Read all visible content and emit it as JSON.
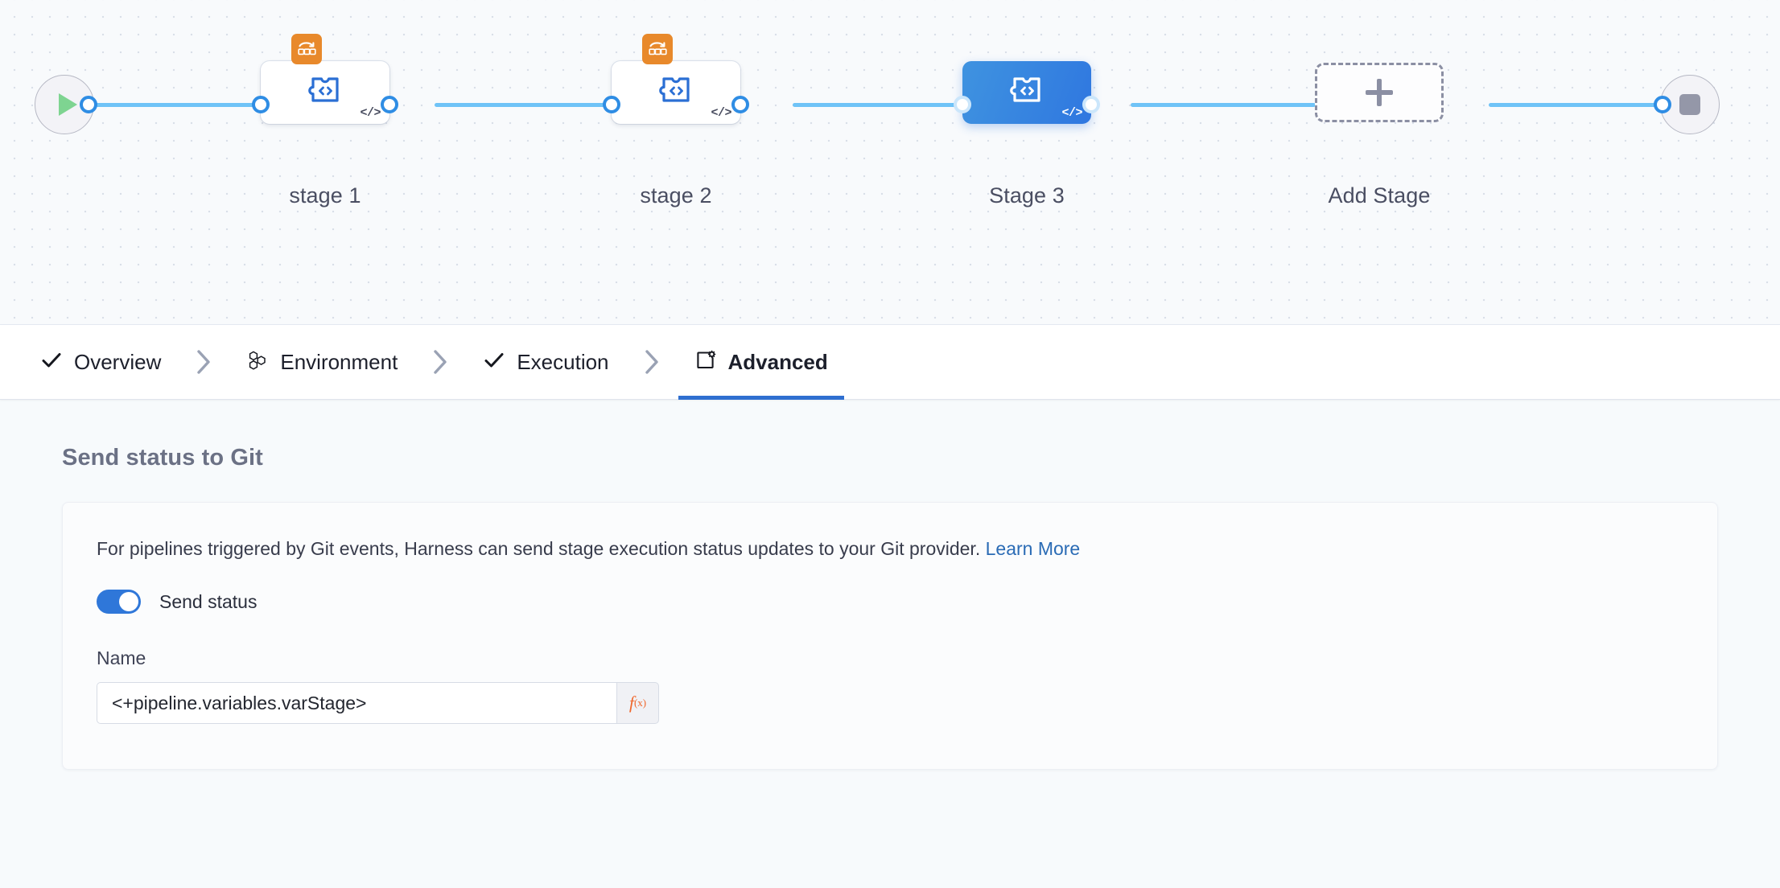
{
  "canvas": {
    "start_node": {
      "icon": "play-icon",
      "name": "pipeline-start"
    },
    "end_node": {
      "icon": "stop-icon",
      "name": "pipeline-end"
    },
    "stages": [
      {
        "label": "stage 1",
        "icon": "custom-stage-code-icon",
        "badge": "matrix-looping-strategy-icon",
        "code_badge": "</>",
        "selected": false
      },
      {
        "label": "stage 2",
        "icon": "custom-stage-code-icon",
        "badge": "matrix-looping-strategy-icon",
        "code_badge": "</>",
        "selected": false
      },
      {
        "label": "Stage 3",
        "icon": "custom-stage-code-icon",
        "badge": null,
        "code_badge": "</>",
        "selected": true
      }
    ],
    "add_stage": {
      "label": "Add Stage",
      "icon": "plus-icon"
    },
    "colors": {
      "connector": "#6fc3f7",
      "selected_stage": "#2f77e0",
      "template_badge": "#e8892b",
      "play": "#7ed491",
      "stop": "#9497a8"
    }
  },
  "tabs": [
    {
      "label": "Overview",
      "icon": "check-icon",
      "active": false,
      "separator": "chevron-right-icon"
    },
    {
      "label": "Environment",
      "icon": "hexagons-icon",
      "active": false,
      "separator": "chevron-right-icon"
    },
    {
      "label": "Execution",
      "icon": "check-icon",
      "active": false,
      "separator": "chevron-right-icon"
    },
    {
      "label": "Advanced",
      "icon": "settings-card-icon",
      "active": true,
      "separator": null
    }
  ],
  "main": {
    "section_title": "Send status to Git",
    "description": "For pipelines triggered by Git events, Harness can send stage execution status updates to your Git provider.",
    "learn_more": "Learn More",
    "toggle": {
      "label": "Send status",
      "on": true
    },
    "name_field": {
      "label": "Name",
      "value": "<+pipeline.variables.varStage>",
      "placeholder": "",
      "fx_label": "f",
      "fx_sub": "(x)"
    }
  }
}
